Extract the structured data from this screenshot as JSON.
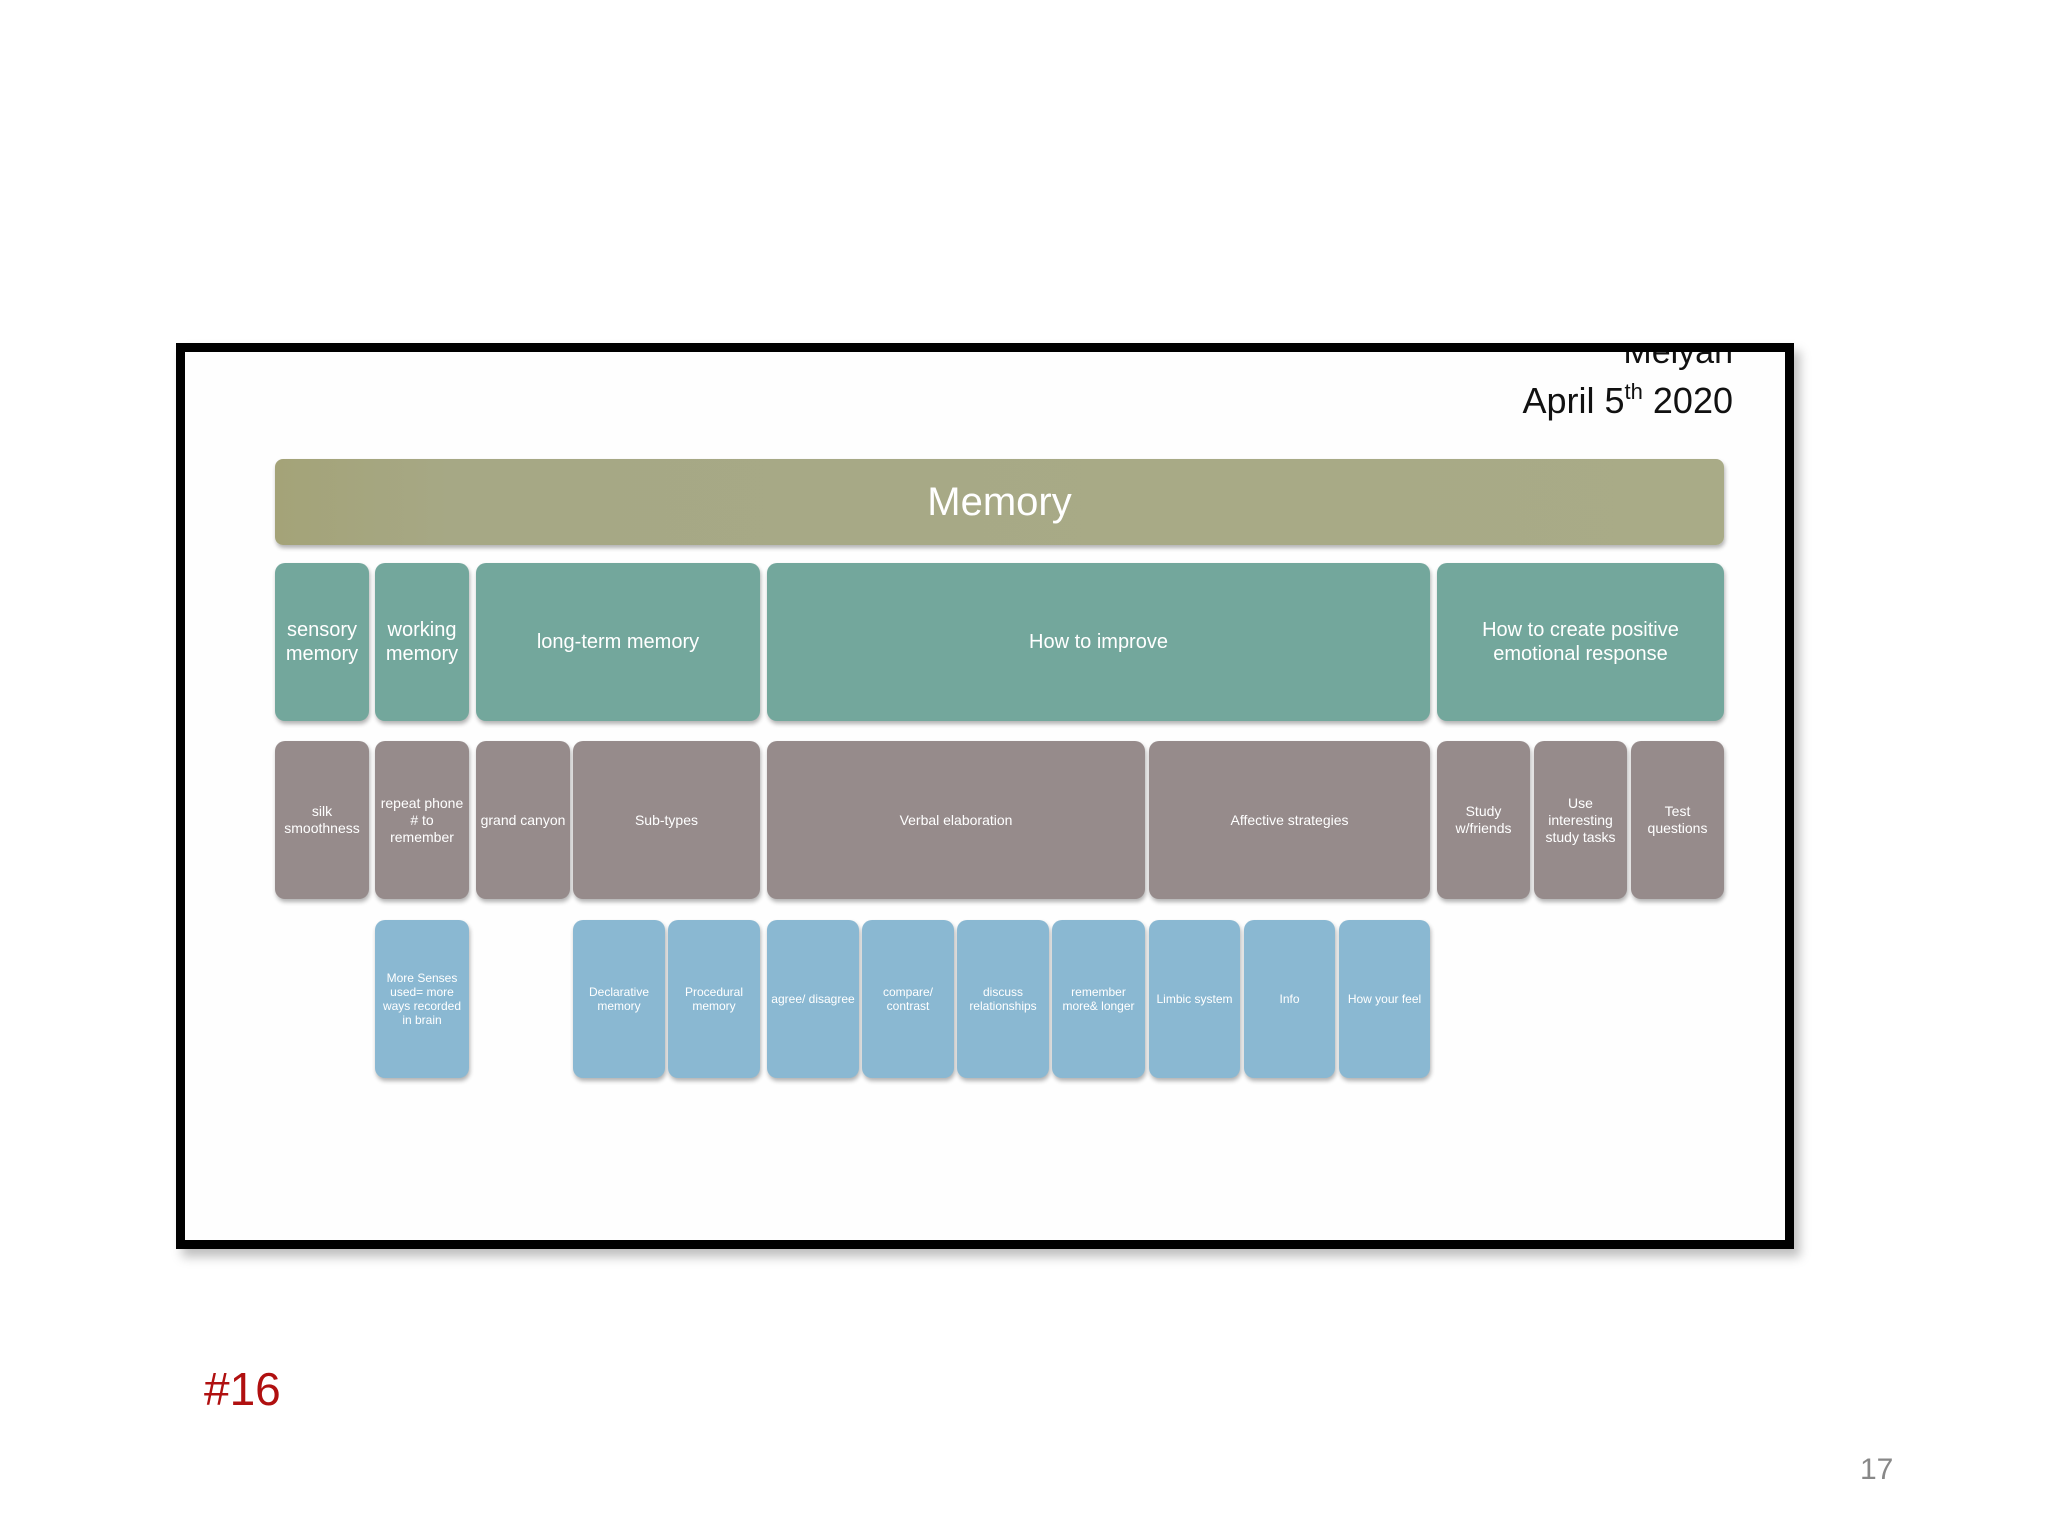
{
  "slide": {
    "author_partial": "Meiyan",
    "date_prefix": "April 5",
    "date_sup": "th",
    "date_year": " 2020",
    "tag": "#16",
    "page_number": "17"
  },
  "diagram": {
    "title": "Memory",
    "level1": [
      "sensory memory",
      "working memory",
      "long-term memory",
      "How to improve",
      "How to create positive emotional response"
    ],
    "level2": [
      "silk smoothness",
      "repeat phone # to remember",
      "grand canyon",
      "Sub-types",
      "Verbal elaboration",
      "Affective strategies",
      "Study w/friends",
      "Use interesting study tasks",
      "Test questions"
    ],
    "level3": [
      "More Senses used= more ways recorded in brain",
      "Declarative memory",
      "Procedural memory",
      "agree/ disagree",
      "compare/ contrast",
      "discuss relationships",
      "remember more& longer",
      "Limbic system",
      "Info",
      "How your feel"
    ]
  },
  "colors": {
    "title_bar": "#a9ab87",
    "level1": "#73a79c",
    "level2": "#968b8b",
    "level3": "#8ab8d2",
    "tag": "#b01010"
  }
}
